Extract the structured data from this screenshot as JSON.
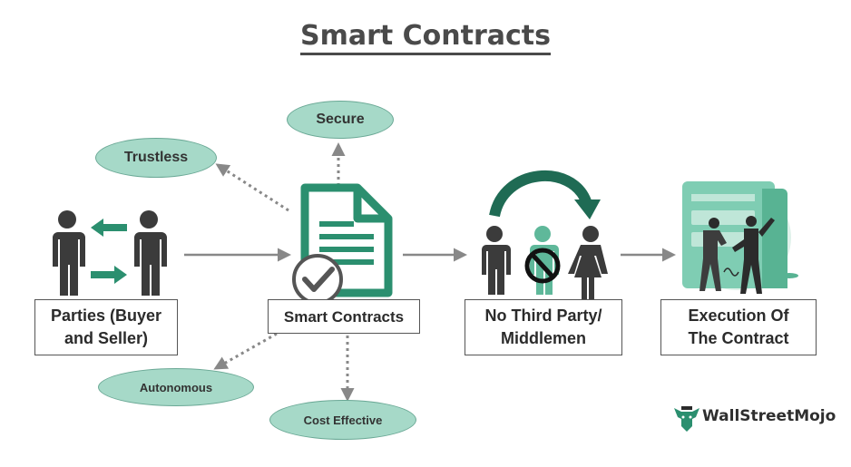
{
  "title": "Smart Contracts",
  "ovals": {
    "secure": "Secure",
    "trustless": "Trustless",
    "autonomous": "Autonomous",
    "cost_effective": "Cost Effective"
  },
  "boxes": {
    "parties": [
      "Parties (Buyer",
      "and Seller)"
    ],
    "smart_contracts": "Smart Contracts",
    "no_third_party": [
      "No Third Party/",
      "Middlemen"
    ],
    "execution": [
      "Execution Of",
      "The Contract"
    ]
  },
  "brand": "WallStreetMojo",
  "colors": {
    "teal": "#2b8f6f",
    "teal_dark": "#1f6b54",
    "mint": "#a6d9c8",
    "person": "#3b3b3b",
    "arrow": "#888888"
  },
  "icons": [
    "person-icon",
    "document-icon",
    "checkmark-icon",
    "curved-arrow-icon",
    "prohibited-icon",
    "handshake-icon",
    "bull-logo-icon"
  ]
}
